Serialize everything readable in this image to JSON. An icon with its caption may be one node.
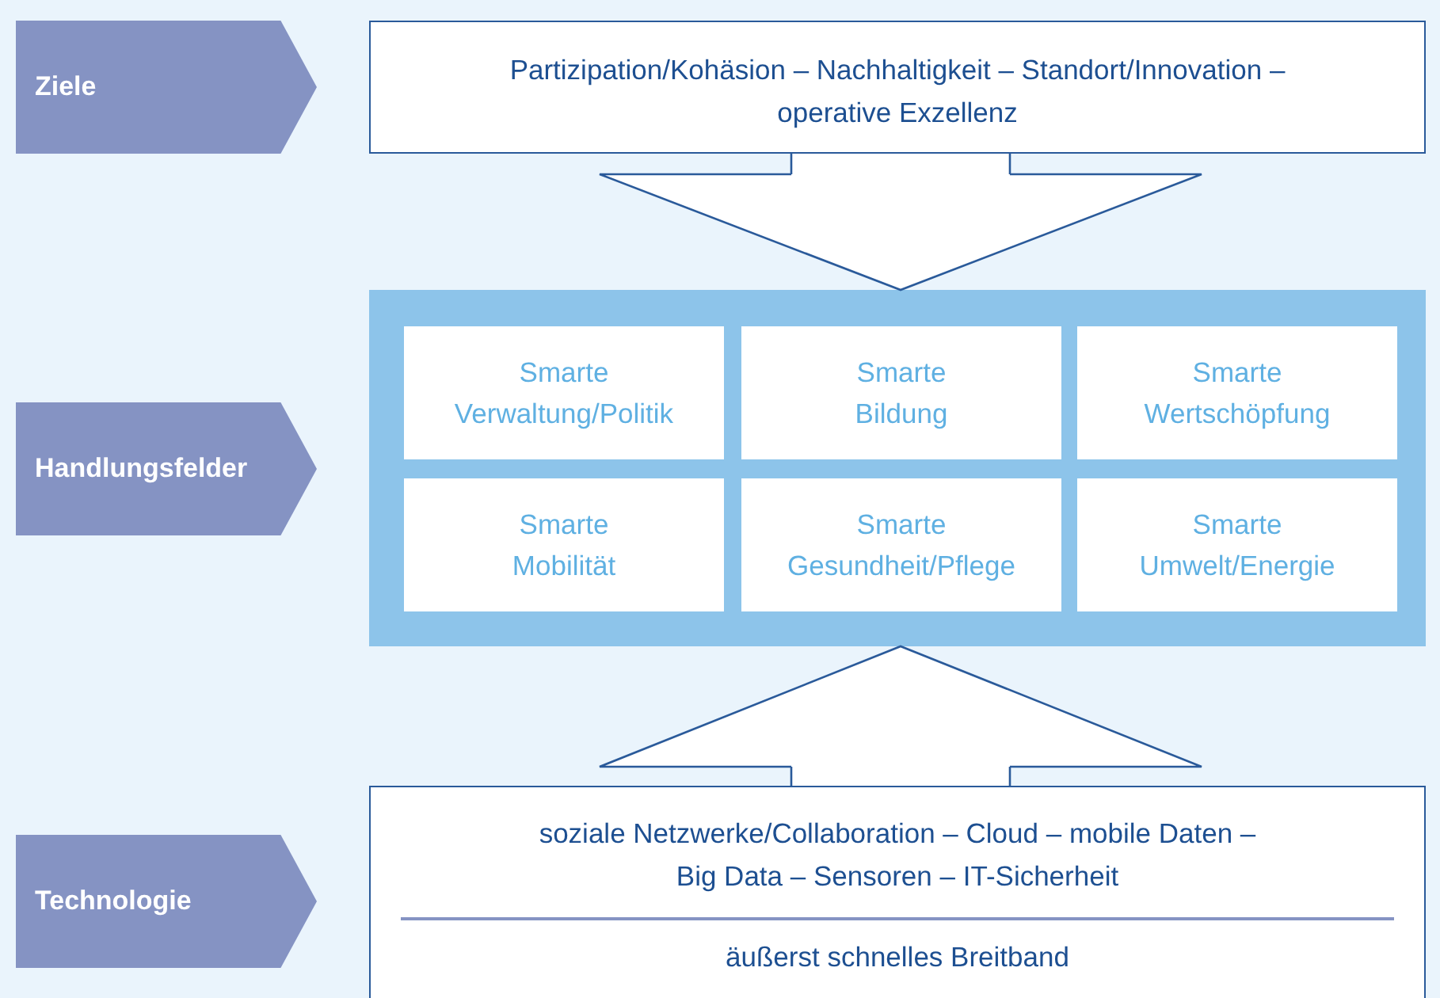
{
  "diagram": {
    "nodes": [
      {
        "text": [
          "Ziele"
        ]
      },
      {
        "text": [
          "Partizipation/Kohäsion – Nachhaltigkeit – Standort/Innovation – operative Exzellenz"
        ]
      },
      {
        "text": [
          "Handlungsfelder"
        ]
      },
      {
        "text": [],
        "shape": "box"
      },
      {
        "text": [
          "Smarte",
          "Verwaltung/Politik"
        ],
        "in": 3
      },
      {
        "text": [
          "Smarte",
          "Bildung"
        ],
        "in": 3
      },
      {
        "text": [
          "Smarte",
          "Wertschöpfung"
        ],
        "in": 3
      },
      {
        "text": [
          "Smarte",
          "Mobilität"
        ],
        "in": 3
      },
      {
        "text": [
          "Smarte",
          "Gesundheit/Pflege"
        ],
        "in": 3
      },
      {
        "text": [
          "Smarte",
          "Umwelt/Energie"
        ],
        "in": 3
      },
      {
        "text": [
          "Technologie"
        ]
      },
      {
        "text": [
          "soziale Netzwerke/Collaboration – Cloud – mobile Daten – Big Data – Sensoren – IT-Sicherheit",
          "äußerst schnelles Breitband"
        ]
      }
    ],
    "edges": [
      {
        "from": 1,
        "to": 3,
        "arrow": "to"
      },
      {
        "from": 11,
        "to": 3,
        "arrow": "to"
      }
    ]
  }
}
